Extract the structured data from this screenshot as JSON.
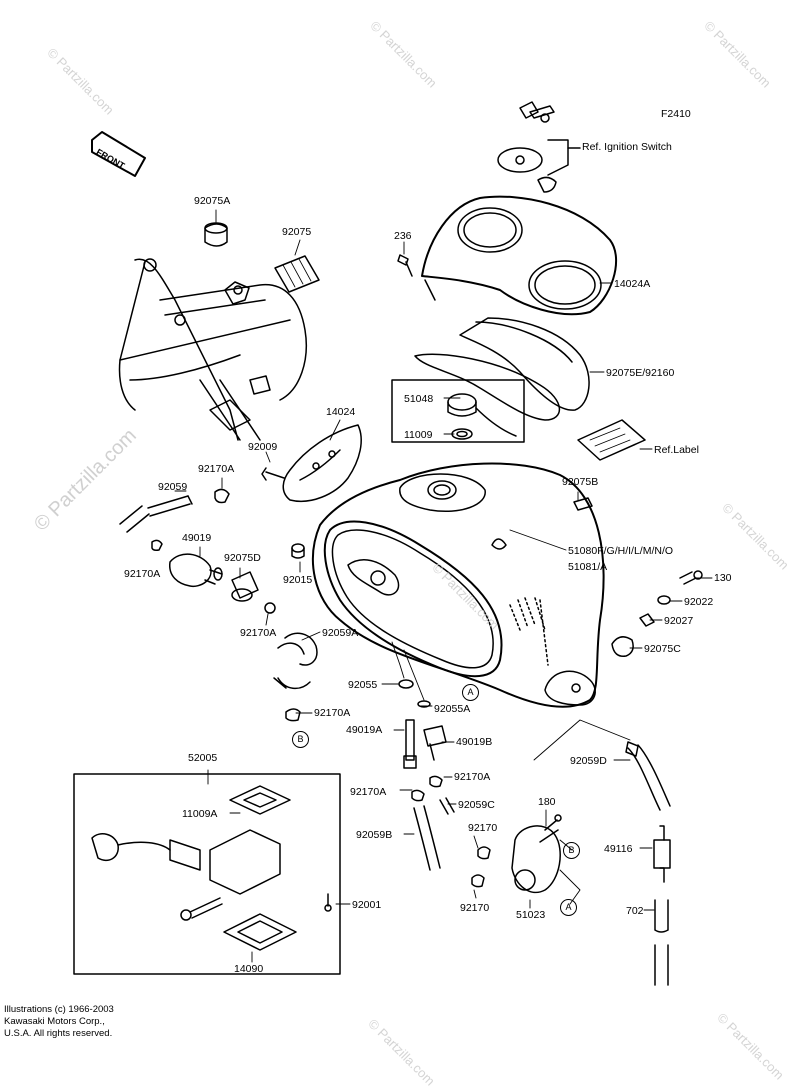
{
  "figure_code": "F2410",
  "front_tag": "FRONT",
  "watermarks": [
    "© Partzilla.com"
  ],
  "copyright": [
    "Illustrations (c) 1966-2003",
    "Kawasaki Motors Corp.,",
    "U.S.A.  All rights reserved."
  ],
  "callouts": {
    "A": "A",
    "B": "B"
  },
  "labels": {
    "ref_ignition": "Ref. Ignition Switch",
    "p92075A": "92075A",
    "p92075": "92075",
    "p236": "236",
    "p14024A": "14024A",
    "p92075E": "92075E/92160",
    "p51048": "51048",
    "p11009": "11009",
    "p14024": "14024",
    "ref_label": "Ref.Label",
    "p92009": "92009",
    "p92170A_1": "92170A",
    "p92059": "92059",
    "p92075B": "92075B",
    "p49019": "49019",
    "p92075D": "92075D",
    "p92170A_2": "92170A",
    "p92015": "92015",
    "p51080": "51080F/G/H/I/L/M/N/O",
    "p51081": "51081/A",
    "p130": "130",
    "p92022": "92022",
    "p92027": "92027",
    "p92170A_3": "92170A",
    "p92059A": "92059A",
    "p92075C": "92075C",
    "p92055": "92055",
    "p92055A": "92055A",
    "p92170A_4": "92170A",
    "p49019A": "49019A",
    "p49019B": "49019B",
    "p52005": "52005",
    "p92059D": "92059D",
    "p92170A_5": "92170A",
    "p92170A_6": "92170A",
    "p92059C": "92059C",
    "p11009A": "11009A",
    "p180": "180",
    "p92170_1": "92170",
    "p92059B": "92059B",
    "p49116": "49116",
    "p92001": "92001",
    "p92170_2": "92170",
    "p702": "702",
    "p14090": "14090",
    "p51023": "51023"
  }
}
